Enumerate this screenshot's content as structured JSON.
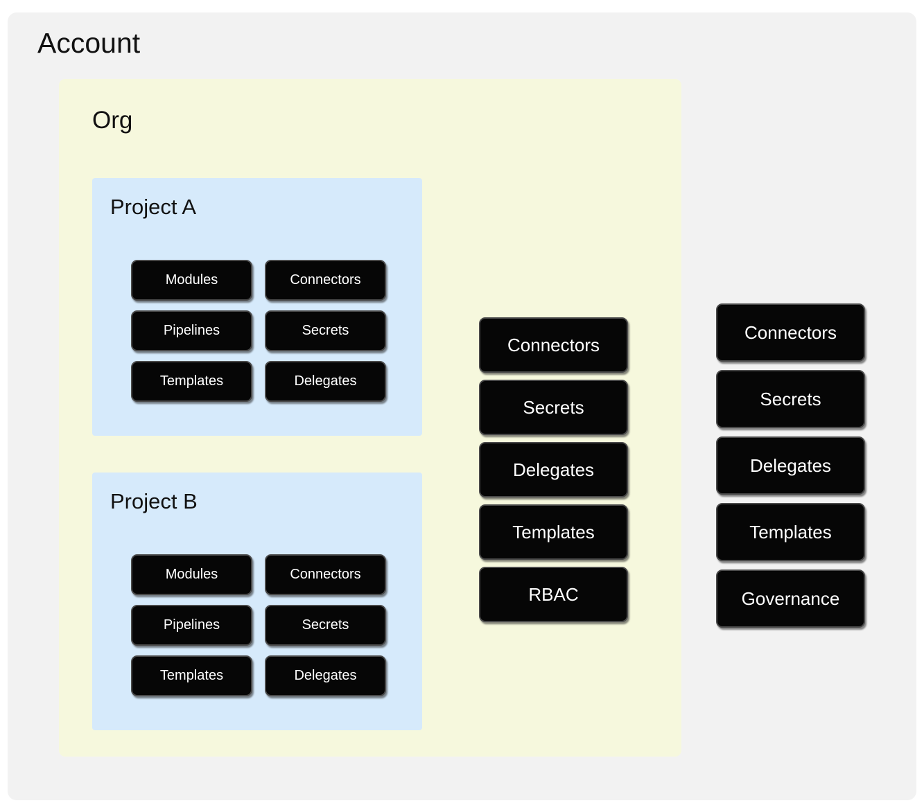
{
  "account": {
    "title": "Account",
    "bg_color": "#f2f2f2"
  },
  "org": {
    "title": "Org",
    "bg_color": "#f6f8dd"
  },
  "projects": [
    {
      "title": "Project A",
      "bg_color": "#d6eafb",
      "items": [
        "Modules",
        "Connectors",
        "Pipelines",
        "Secrets",
        "Templates",
        "Delegates"
      ]
    },
    {
      "title": "Project B",
      "bg_color": "#d6eafb",
      "items": [
        "Modules",
        "Connectors",
        "Pipelines",
        "Secrets",
        "Templates",
        "Delegates"
      ]
    }
  ],
  "org_scope_items": [
    "Connectors",
    "Secrets",
    "Delegates",
    "Templates",
    "RBAC"
  ],
  "account_scope_items": [
    "Connectors",
    "Secrets",
    "Delegates",
    "Templates",
    "Governance"
  ],
  "chip_style": {
    "fill": "#060606",
    "border": "#4a4a4a",
    "text": "#ffffff"
  }
}
